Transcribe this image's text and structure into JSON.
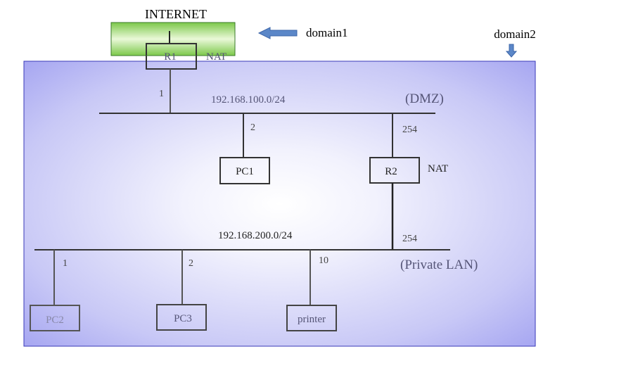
{
  "internet": {
    "label": "INTERNET"
  },
  "domains": {
    "domain1": "domain1",
    "domain2": "domain2"
  },
  "routers": {
    "r1": {
      "label": "R1",
      "nat": "NAT"
    },
    "r2": {
      "label": "R2",
      "nat": "NAT"
    }
  },
  "dmz": {
    "network": "192.168.100.0/24",
    "name": "(DMZ)",
    "r1_host": "1",
    "pc1_host": "2",
    "r2_host": "254"
  },
  "lan": {
    "network": "192.168.200.0/24",
    "name": "(Private  LAN)",
    "r2_host": "254",
    "pc2_host": "1",
    "pc3_host": "2",
    "printer_host": "10"
  },
  "devices": {
    "pc1": "PC1",
    "pc2": "PC2",
    "pc3": "PC3",
    "printer": "printer"
  },
  "colors": {
    "domain_border": "#4a4ad0",
    "internet_green": "#8ed85a",
    "arrow_blue": "#5b87c8",
    "line": "#333333",
    "text_muted": "#555577"
  }
}
